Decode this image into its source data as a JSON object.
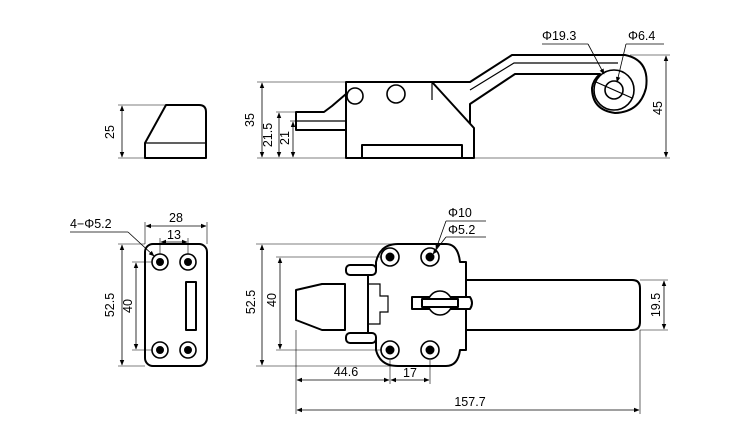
{
  "dimensions": {
    "block_height": "25",
    "side_total_height": "35",
    "side_hook_height": "21.5",
    "side_base_height": "21",
    "roller_outer_diameter": "Φ19.3",
    "roller_inner_diameter": "Φ6.4",
    "lever_height": "45",
    "strike_holes": "4−Φ5.2",
    "strike_width": "28",
    "strike_hole_spacing": "13",
    "strike_height": "52.5",
    "strike_inner_height": "40",
    "main_hole_outer": "Φ10",
    "main_hole_inner": "Φ5.2",
    "main_height": "52.5",
    "main_inner_height": "40",
    "handle_width": "19.5",
    "offset_length": "44.6",
    "hole_spacing": "17",
    "total_length": "157.7"
  }
}
